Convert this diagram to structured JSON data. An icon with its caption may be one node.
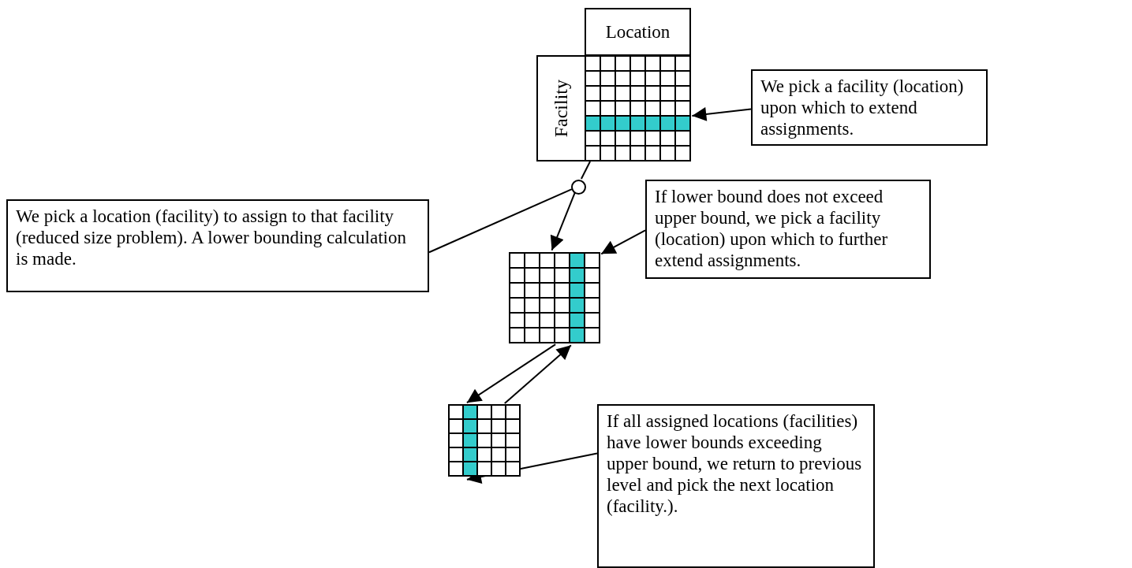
{
  "diagram": {
    "nodes": [
      {
        "text": [
          "Location"
        ]
      },
      {
        "text": [
          "Facility"
        ]
      },
      {
        "text": [],
        "shape": "grid"
      },
      {
        "text": [
          "We pick a facility (location) upon which to extend assignments."
        ]
      },
      {
        "text": [],
        "shape": "circle"
      },
      {
        "text": [
          "We pick a location (facility) to assign to that facility (reduced size problem).  A lower bounding calculation is made."
        ]
      },
      {
        "text": [],
        "shape": "grid"
      },
      {
        "text": [
          "If lower bound does not exceed upper bound, we pick a facility (location) upon which to further extend assignments."
        ]
      },
      {
        "text": [],
        "shape": "grid"
      },
      {
        "text": [
          "If all assigned locations (facilities) have lower bounds exceeding upper bound, we return to previous level and pick the next location (facility.)."
        ]
      }
    ],
    "edges": [
      {
        "from": 3,
        "to": 2,
        "arrow": "to"
      },
      {
        "from": 2,
        "to": 4,
        "arrow": "none"
      },
      {
        "from": 4,
        "to": 6,
        "arrow": "to"
      },
      {
        "from": 5,
        "to": 4,
        "arrow": "none"
      },
      {
        "from": 7,
        "to": 6,
        "arrow": "to"
      },
      {
        "from": 6,
        "to": 8,
        "arrow": "to"
      },
      {
        "from": 8,
        "to": 6,
        "arrow": "to"
      },
      {
        "from": 9,
        "to": 8,
        "arrow": "to"
      }
    ]
  }
}
